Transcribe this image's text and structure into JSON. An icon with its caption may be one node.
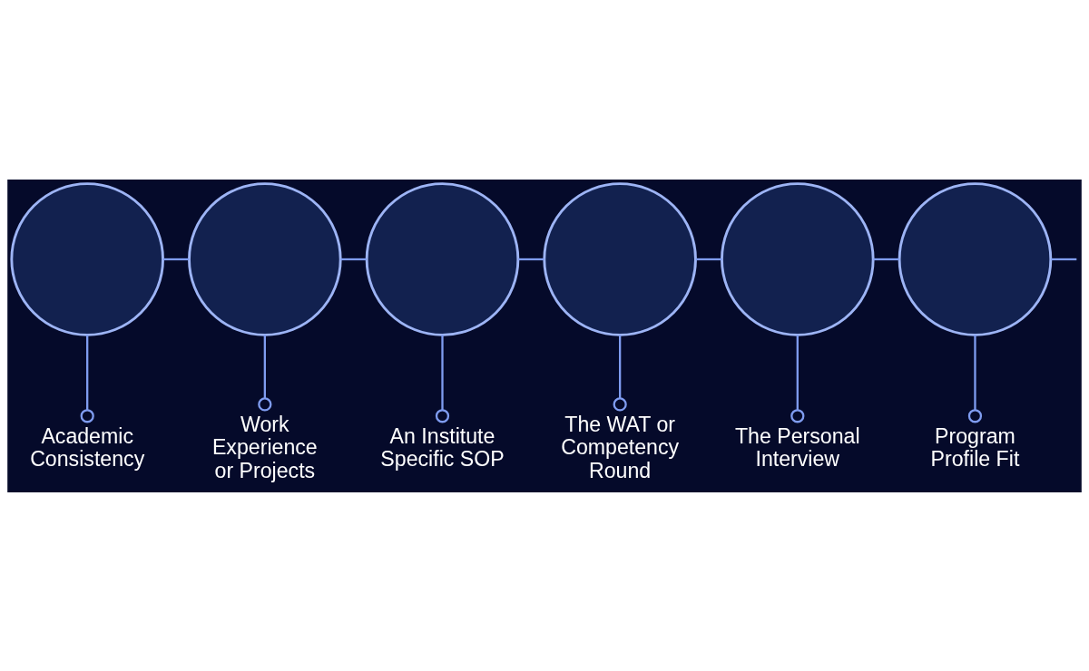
{
  "diagram": {
    "nodes": [
      {
        "text": [],
        "shape": "circle"
      },
      {
        "text": [],
        "shape": "circle"
      },
      {
        "text": [],
        "shape": "circle"
      },
      {
        "text": [],
        "shape": "circle"
      },
      {
        "text": [],
        "shape": "circle"
      },
      {
        "text": [],
        "shape": "circle"
      },
      {
        "text": [
          "Academic Consistency"
        ]
      },
      {
        "text": [
          "Work Experience or Projects"
        ]
      },
      {
        "text": [
          "An Institute Specific SOP"
        ]
      },
      {
        "text": [
          "The WAT or Competency Round"
        ]
      },
      {
        "text": [
          "The Personal Interview"
        ]
      },
      {
        "text": [
          "Program Profile Fit"
        ]
      }
    ],
    "edges": [
      {
        "from": 0,
        "to": 1,
        "arrow": "none"
      },
      {
        "from": 1,
        "to": 2,
        "arrow": "none"
      },
      {
        "from": 2,
        "to": 3,
        "arrow": "none"
      },
      {
        "from": 3,
        "to": 4,
        "arrow": "none"
      },
      {
        "from": 4,
        "to": 5,
        "arrow": "none"
      },
      {
        "from": 5,
        "to": null,
        "arrow": "none"
      },
      {
        "from": 0,
        "to": 6,
        "arrow": "other"
      },
      {
        "from": 1,
        "to": 7,
        "arrow": "other"
      },
      {
        "from": 2,
        "to": 8,
        "arrow": "other"
      },
      {
        "from": 3,
        "to": 9,
        "arrow": "other"
      },
      {
        "from": 4,
        "to": 10,
        "arrow": "other"
      },
      {
        "from": 5,
        "to": 11,
        "arrow": "other"
      }
    ]
  }
}
